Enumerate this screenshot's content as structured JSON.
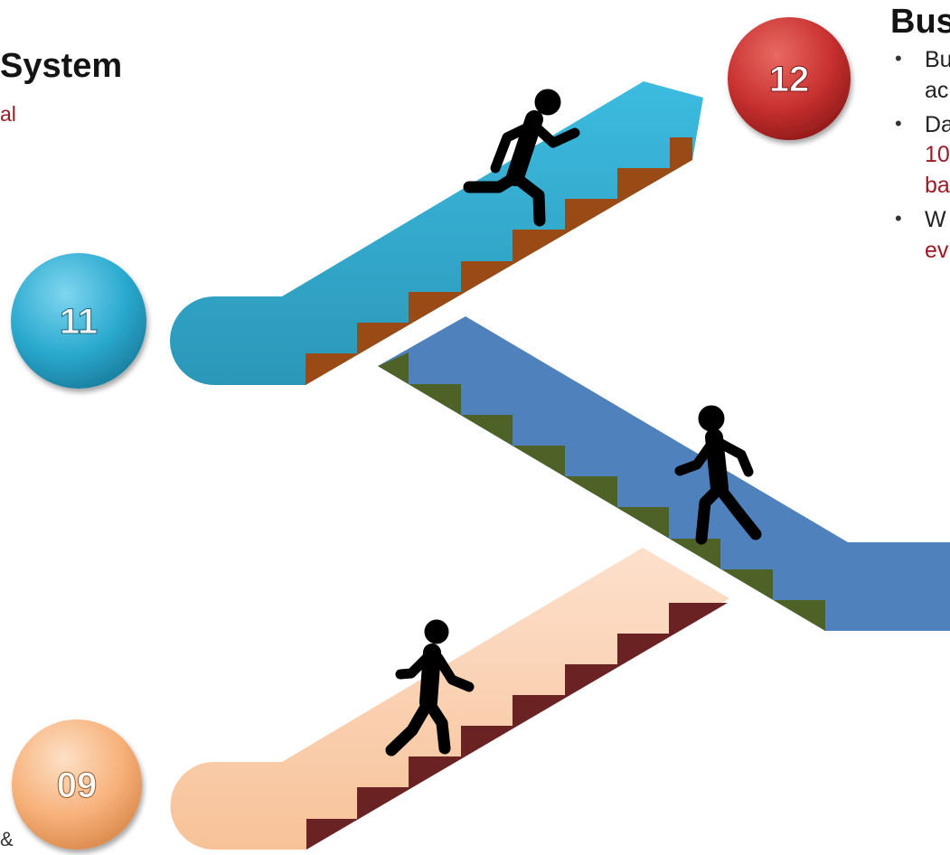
{
  "left_panel": {
    "title": "System",
    "subtitle": "al",
    "footer_char": "&"
  },
  "right_panel": {
    "title": "Bus",
    "bullets": [
      {
        "lines": [
          "Bu",
          "ac"
        ],
        "red_lines": []
      },
      {
        "lines": [
          "Da"
        ],
        "red_lines": [
          "10",
          "ba"
        ]
      },
      {
        "lines": [
          "W"
        ],
        "red_lines": [
          "ev"
        ]
      }
    ]
  },
  "steps": [
    {
      "label": "12",
      "color": "#c8302f"
    },
    {
      "label": "11",
      "color": "#2aa9cf"
    },
    {
      "label": "09",
      "color": "#f7b17a"
    }
  ],
  "escalator_colors": {
    "blue_top": "#36b2d6",
    "blue_top_steps": "#9a4a14",
    "dark_blue": "#4f81bd",
    "dark_blue_steps": "#4e6126",
    "peach": "#f9cba6",
    "peach_steps": "#6b2222"
  }
}
